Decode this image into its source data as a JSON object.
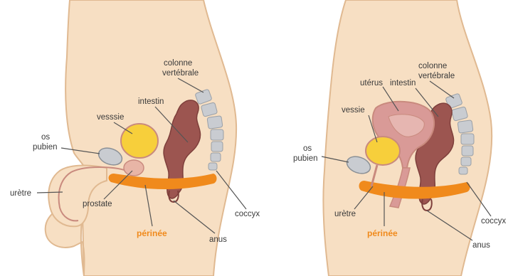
{
  "colors": {
    "skin": "#f7dfc3",
    "skin_outline": "#e0b991",
    "organ_outline": "#c98a7e",
    "intestine": "#9c5550",
    "bladder": "#f7cf3b",
    "bone": "#c9ccd1",
    "perineum": "#f08a1c",
    "uterus": "#d99a97",
    "label_text": "#3a3a3a",
    "accent_label": "#f08a1c"
  },
  "male": {
    "labels": {
      "colonne_line1": "colonne",
      "colonne_line2": "vertébrale",
      "intestin": "intestin",
      "vessie": "vesssie",
      "os_line1": "os",
      "os_line2": "pubien",
      "uretre": "urètre",
      "prostate": "prostate",
      "perinee": "périnée",
      "anus": "anus",
      "coccyx": "coccyx"
    }
  },
  "female": {
    "labels": {
      "colonne_line1": "colonne",
      "colonne_line2": "vertébrale",
      "uterus": "utérus",
      "intestin": "intestin",
      "vessie": "vessie",
      "os_line1": "os",
      "os_line2": "pubien",
      "uretre": "urètre",
      "perinee": "périnée",
      "anus": "anus",
      "coccyx": "coccyx"
    }
  }
}
